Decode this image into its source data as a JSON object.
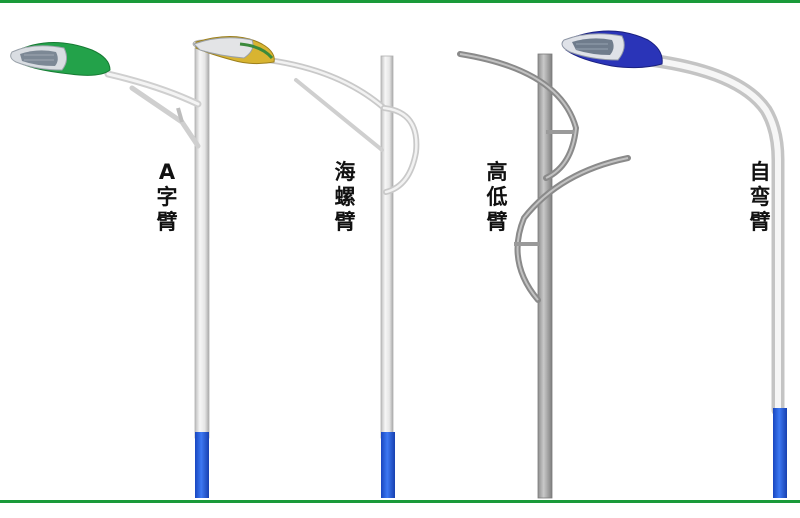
{
  "colors": {
    "rule": "#1a9a3a",
    "pole_light": "#f2f2f2",
    "pole_mid": "#d6d6d6",
    "pole_dark": "#a8a8a8",
    "base_blue": "#1f5ce0",
    "lamp_green": "#23a24a",
    "lamp_gold": "#d8b431",
    "lamp_blue": "#2a34b8"
  },
  "poles": [
    {
      "id": "a-arm",
      "label_chars": [
        "A",
        "字",
        "臂"
      ],
      "lamp_icon": "green-lamp-head-icon"
    },
    {
      "id": "haluo-arm",
      "label_chars": [
        "海",
        "螺",
        "臂"
      ],
      "lamp_icon": "gold-lamp-head-icon"
    },
    {
      "id": "gaodi-arm",
      "label_chars": [
        "高",
        "低",
        "臂"
      ],
      "lamp_icon": "none"
    },
    {
      "id": "ziwan-arm",
      "label_chars": [
        "自",
        "弯",
        "臂"
      ],
      "lamp_icon": "blue-lamp-head-icon"
    }
  ]
}
